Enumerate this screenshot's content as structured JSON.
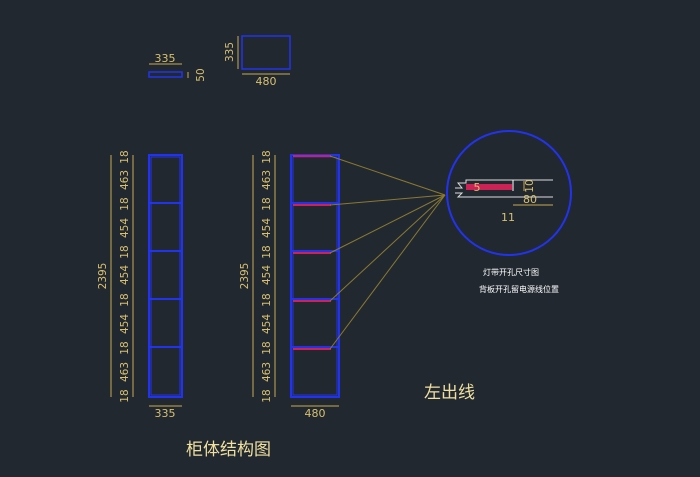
{
  "colors": {
    "background": "#212830",
    "cabinet_outline": "#2233ee",
    "dimension": "#c8aa50",
    "led_channel": "#cc2255",
    "leader": "#8a7a30"
  },
  "top_parts": {
    "shelf_width": "335",
    "shelf_thickness": "50",
    "back_panel_height": "335",
    "back_panel_width": "480"
  },
  "cabinet_left": {
    "total_height": "2395",
    "width": "335",
    "segments": [
      "18",
      "463",
      "18",
      "454",
      "18",
      "454",
      "18",
      "454",
      "18",
      "463",
      "18"
    ]
  },
  "cabinet_right": {
    "total_height": "2395",
    "width": "480",
    "segments": [
      "18",
      "463",
      "18",
      "454",
      "18",
      "454",
      "18",
      "454",
      "18",
      "463",
      "18"
    ]
  },
  "detail": {
    "dim_5": "5",
    "dim_10": "10",
    "dim_80": "80",
    "dim_11": "11"
  },
  "notes": {
    "line1": "灯带开孔尺寸图",
    "line2": "背板开孔留电源线位置"
  },
  "labels": {
    "left_out_wire": "左出线",
    "structure_title": "柜体结构图"
  }
}
